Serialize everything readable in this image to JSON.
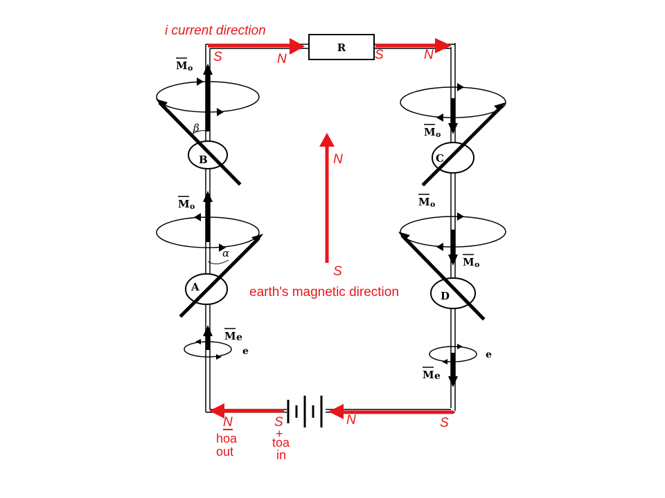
{
  "labels": {
    "current_direction": "i current direction",
    "earth_direction": "earth's magnetic direction",
    "resistor": "R",
    "earth_N": "N",
    "earth_S": "S",
    "top_left_S": "S",
    "top_left_N": "N",
    "top_right_S": "S",
    "top_right_N": "N",
    "bottom_left_N": "N",
    "bottom_mid_S": "S",
    "bottom_mid_N": "N",
    "bottom_right_S": "S",
    "hoa": "hoa",
    "out": "out",
    "plus": "+",
    "toa": "toa",
    "in": "in",
    "mo_B": "M",
    "mo_A": "M",
    "mo_C": "M",
    "mo_D": "M",
    "me_left": "M",
    "me_right": "M",
    "sub_o": "o",
    "sub_e": "e",
    "e_left": "e",
    "e_right": "e",
    "compass_A": "A",
    "compass_B": "B",
    "compass_C": "C",
    "compass_D": "D",
    "beta": "β",
    "alpha": "α"
  },
  "colors": {
    "red": "#e8161b",
    "black": "#000000"
  }
}
